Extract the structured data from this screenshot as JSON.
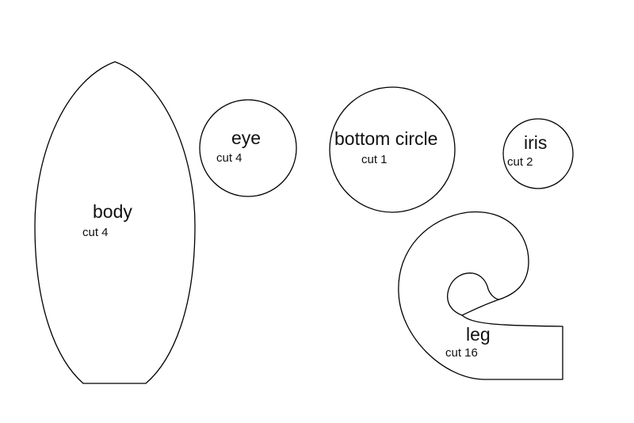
{
  "pieces": {
    "body": {
      "name": "body",
      "count": "cut 4"
    },
    "eye": {
      "name": "eye",
      "count": "cut 4"
    },
    "bottom_circle": {
      "name": "bottom circle",
      "count": "cut 1"
    },
    "iris": {
      "name": "iris",
      "count": "cut 2"
    },
    "leg": {
      "name": "leg",
      "count": "cut 16"
    }
  },
  "colors": {
    "outline": "#000000",
    "background": "#ffffff"
  }
}
